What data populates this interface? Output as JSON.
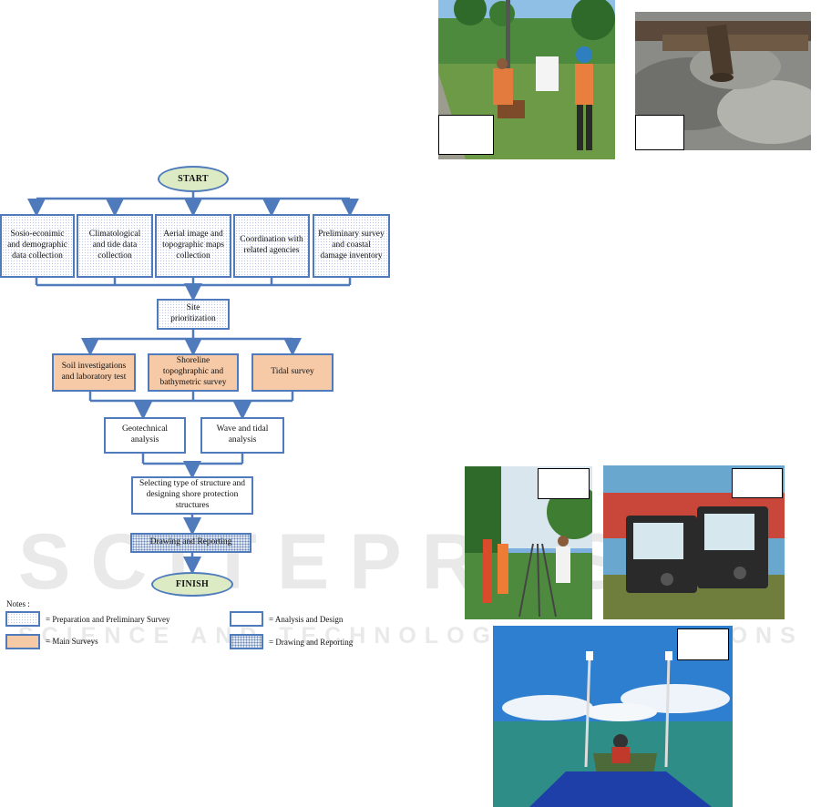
{
  "flowchart": {
    "start": "START",
    "finish": "FINISH",
    "prep_boxes": [
      "Sosio-econimic and demographic data collection",
      "Climatological and tide data collection",
      "Aerial image and topographic maps collection",
      "Coordination with related agencies",
      "Preliminary survey and coastal damage inventory"
    ],
    "site": "Site prioritization",
    "main_surveys": [
      "Soil investigations and laboratory test",
      "Shoreline topoghraphic and bathymetric survey",
      "Tidal survey"
    ],
    "analysis": [
      "Geotechnical analysis",
      "Wave and tidal analysis"
    ],
    "design": "Selecting type of structure and designing shore protection structures",
    "drawing": "Drawing and Reporting"
  },
  "notes": {
    "title": "Notes :",
    "prep": "= Preparation and Preliminary Survey",
    "analysis": "= Analysis and Design",
    "main": "= Main Surveys",
    "drawing": "= Drawing and Reporting"
  },
  "watermark": {
    "line1": "SCITEPRESS",
    "line2": "SCIENCE AND TECHNOLOGY PUBLICATIONS"
  },
  "colors": {
    "arrow": "#4f7bbd",
    "start_fill": "#dcebc4",
    "main_fill": "#f6c9a7",
    "drawing_fill": "#dfe7f3"
  }
}
